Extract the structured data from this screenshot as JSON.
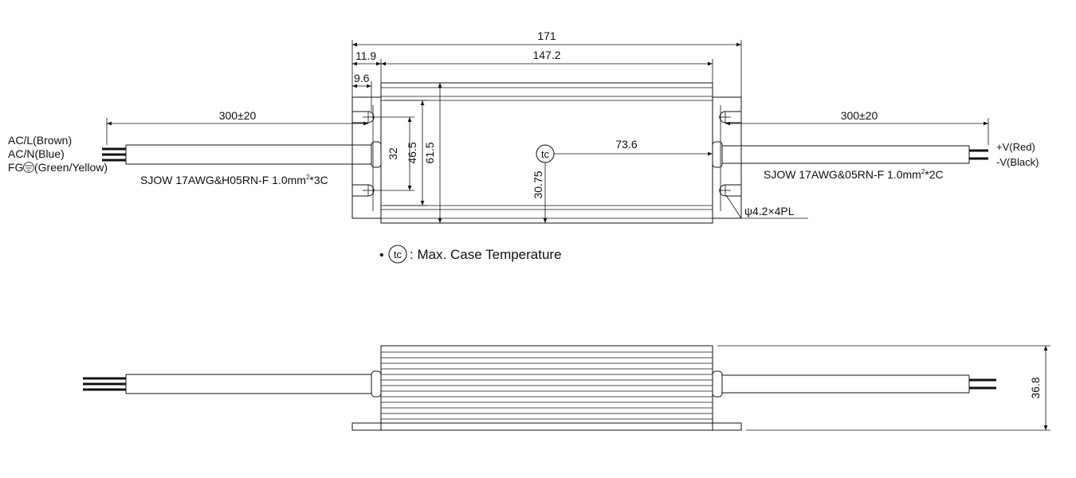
{
  "dimensions": {
    "overall_length": "171",
    "body_length": "147.2",
    "flange_outer": "11.9",
    "mount_hole_offset": "9.6",
    "cable_left": "300±20",
    "cable_right": "300±20",
    "hole_spacing": "32",
    "inner_width": "46.5",
    "body_width": "61.5",
    "tc_offset_x": "73.6",
    "tc_offset_y": "30.75",
    "height": "36.8",
    "mount_hole": "ψ4.2×4PL"
  },
  "wires_input": {
    "line": "AC/L(Brown)",
    "neutral": "AC/N(Blue)",
    "ground_prefix": "FG",
    "ground_suffix": "(Green/Yellow)",
    "cable_spec": "SJOW 17AWG&H05RN-F  1.0mm",
    "cable_spec_sup": "2",
    "cable_spec_tail": "*3C"
  },
  "wires_output": {
    "positive": "+V(Red)",
    "negative": "-V(Black)",
    "cable_spec": "SJOW 17AWG&05RN-F 1.0mm",
    "cable_spec_sup": "2",
    "cable_spec_tail": "*2C"
  },
  "legend": {
    "bullet": "•",
    "symbol": "tc",
    "text": ": Max. Case Temperature"
  }
}
